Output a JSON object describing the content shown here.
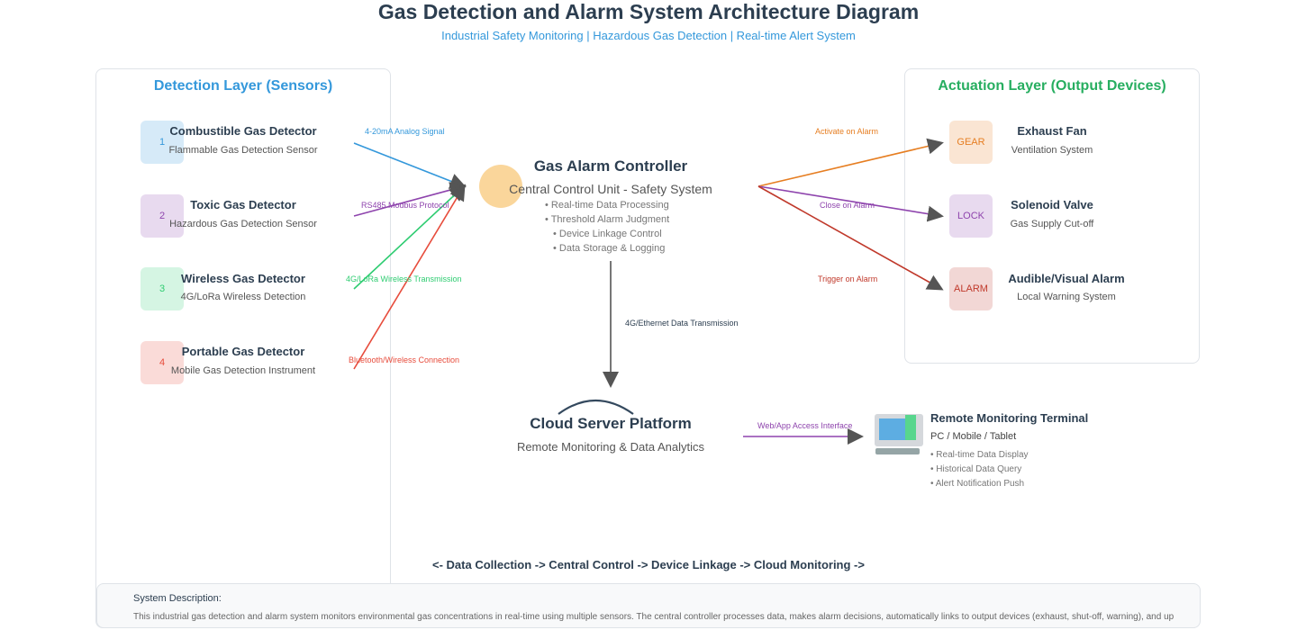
{
  "header": {
    "title": "Gas Detection and Alarm System Architecture Diagram",
    "subtitle": "Industrial Safety Monitoring | Hazardous Gas Detection | Real-time Alert System"
  },
  "detection_layer": {
    "title": "Detection Layer (Sensors)",
    "sensors": [
      {
        "num": "1",
        "name": "Combustible Gas Detector",
        "desc": "Flammable Gas Detection Sensor",
        "link": "4-20mA Analog Signal"
      },
      {
        "num": "2",
        "name": "Toxic Gas Detector",
        "desc": "Hazardous Gas Detection Sensor",
        "link": "RS485 Modbus Protocol"
      },
      {
        "num": "3",
        "name": "Wireless Gas Detector",
        "desc": "4G/LoRa Wireless Detection",
        "link": "4G/LoRa Wireless Transmission"
      },
      {
        "num": "4",
        "name": "Portable Gas Detector",
        "desc": "Mobile Gas Detection Instrument",
        "link": "Bluetooth/Wireless Connection"
      }
    ]
  },
  "controller": {
    "title": "Gas Alarm Controller",
    "subtitle": "Central Control Unit - Safety System",
    "features": [
      "• Real-time Data Processing",
      "• Threshold Alarm Judgment",
      "• Device Linkage Control",
      "• Data Storage & Logging"
    ]
  },
  "actuation_layer": {
    "title": "Actuation Layer (Output Devices)",
    "devices": [
      {
        "icon": "GEAR",
        "name": "Exhaust Fan",
        "desc": "Ventilation System",
        "link": "Activate on Alarm"
      },
      {
        "icon": "LOCK",
        "name": "Solenoid Valve",
        "desc": "Gas Supply Cut-off",
        "link": "Close on Alarm"
      },
      {
        "icon": "ALARM",
        "name": "Audible/Visual Alarm",
        "desc": "Local Warning System",
        "link": "Trigger on Alarm"
      }
    ]
  },
  "cloud": {
    "link": "4G/Ethernet Data Transmission",
    "title": "Cloud Server Platform",
    "subtitle": "Remote Monitoring & Data Analytics"
  },
  "remote_terminal": {
    "link": "Web/App Access Interface",
    "title": "Remote Monitoring Terminal",
    "subtitle": "PC / Mobile / Tablet",
    "features": [
      "• Real-time Data Display",
      "• Historical Data Query",
      "• Alert Notification Push"
    ]
  },
  "flow_text": "<- Data Collection -> Central Control -> Device Linkage -> Cloud Monitoring ->",
  "description": {
    "heading": "System Description:",
    "text": "This industrial gas detection and alarm system monitors environmental gas concentrations in real-time using multiple sensors. The central controller processes data, makes alarm decisions, automatically links to output devices (exhaust, shut-off, warning), and up"
  },
  "colors": {
    "sensor1": "#3498db",
    "sensor2": "#8e44ad",
    "sensor3": "#2ecc71",
    "sensor4": "#e74c3c",
    "fan": "#e67e22",
    "valve": "#8e44ad",
    "alarm": "#c0392b",
    "detection_title": "#3498db",
    "actuation_title": "#27ae60"
  }
}
